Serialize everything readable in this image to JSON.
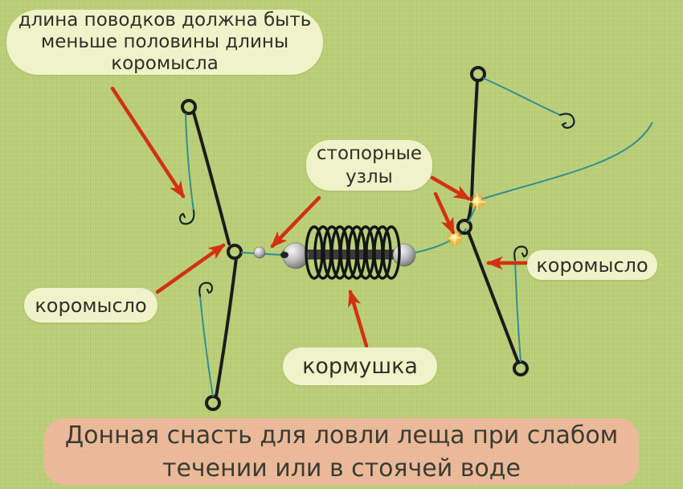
{
  "callouts": {
    "leader_note": {
      "lines": [
        "длина поводков должна быть",
        "меньше половины длины",
        "коромысла"
      ]
    },
    "stopper_knots": {
      "lines": [
        "стопорные",
        "узлы"
      ]
    },
    "yoke_left": {
      "label": "коромысло"
    },
    "yoke_right": {
      "label": "коромысло"
    },
    "feeder": {
      "label": "кормушка"
    }
  },
  "caption": {
    "lines": [
      "Донная снасть для ловли леща  при слабом",
      "течении или в стоячей воде"
    ]
  },
  "colors": {
    "background_green": "#b7cc72",
    "callout_cream": "#f0f3c9",
    "banner_salmon": "#e9b593",
    "text_dark": "#2e3028",
    "arrow_red": "#d23210",
    "fishing_line_teal": "#2f8f92",
    "wire_black": "#1c1c1c",
    "bead_silver": "#c2c2c4",
    "stopper_bead_yellow": "#ffd84d"
  }
}
